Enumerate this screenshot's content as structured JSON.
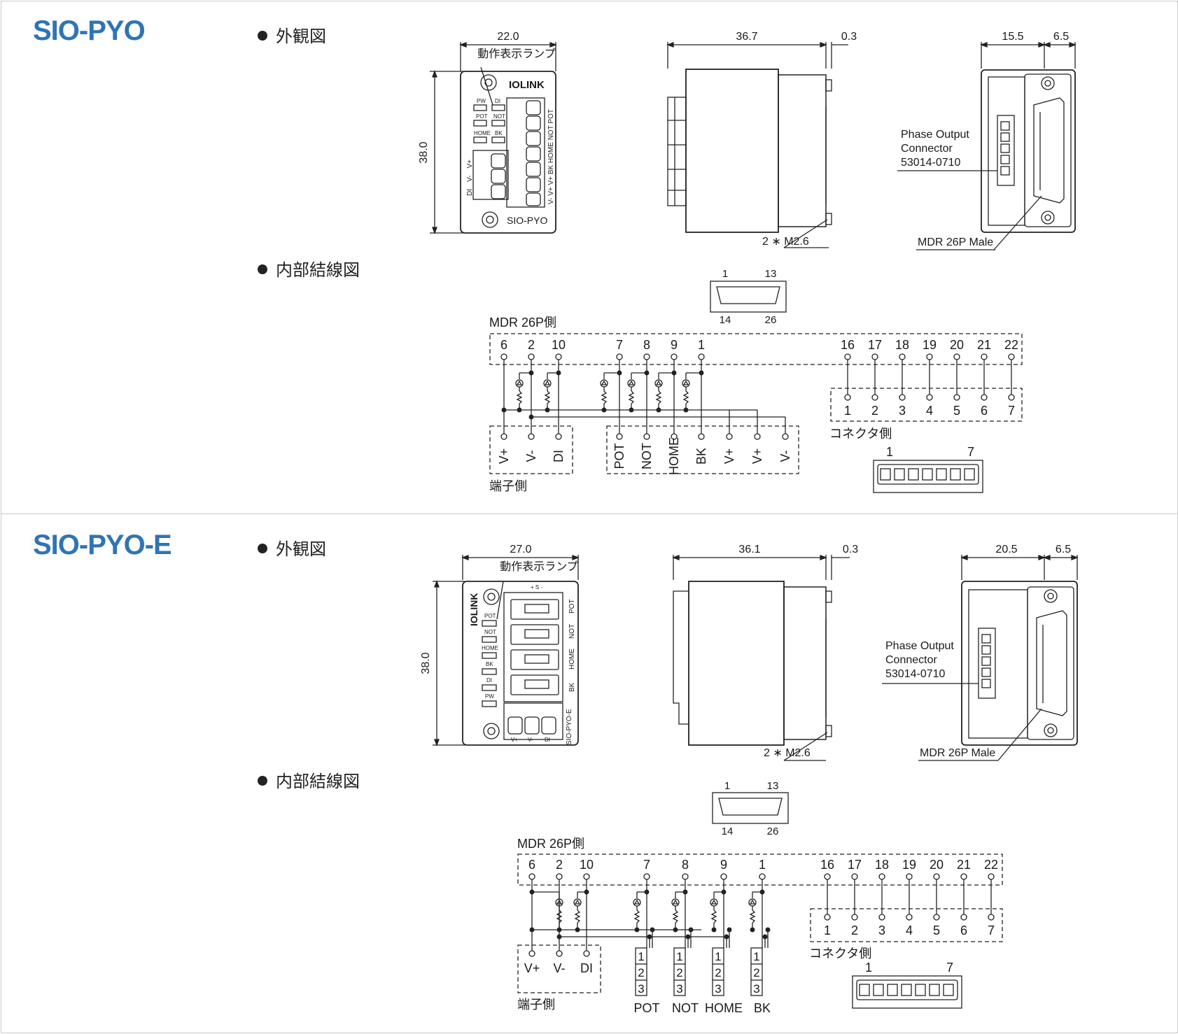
{
  "section1": {
    "model": "SIO-PYO",
    "heading_exterior": "外観図",
    "heading_wiring": "内部結線図",
    "dims": {
      "width": "22.0",
      "height": "38.0",
      "depth": "36.7",
      "gap": "0.3",
      "right_w": "15.5",
      "right_w2": "6.5"
    },
    "lamp_label": "動作表示ランプ",
    "brand": "IOLINK",
    "front_model": "SIO-PYO",
    "leds": [
      "PW",
      "DI",
      "POT",
      "NOT",
      "HOME",
      "BK"
    ],
    "front_terms_left": [
      "DI",
      "V-",
      "V+"
    ],
    "front_terms_right": "V-  V+  V+  BK HOME NOT POT",
    "screw_label": "2 ∗ M2.6",
    "phase_connector": [
      "Phase Output",
      "Connector",
      "53014-0710"
    ],
    "mdr_male": "MDR 26P Male",
    "mdr_pins": {
      "tl": "1",
      "tr": "13",
      "bl": "14",
      "br": "26"
    },
    "mdr_side": "MDR 26P側",
    "mdr_pin_row": [
      "6",
      "2",
      "10",
      "7",
      "8",
      "9",
      "1"
    ],
    "conn_pins_top": [
      "16",
      "17",
      "18",
      "19",
      "20",
      "21",
      "22"
    ],
    "conn_pins_bottom": [
      "1",
      "2",
      "3",
      "4",
      "5",
      "6",
      "7"
    ],
    "conn_side": "コネクタ側",
    "conn_ends": {
      "a": "1",
      "b": "7"
    },
    "term_group1": [
      "V+",
      "V-",
      "DI"
    ],
    "term_group2": [
      "POT",
      "NOT",
      "HOME",
      "BK",
      "V+",
      "V+",
      "V-"
    ],
    "term_side": "端子側"
  },
  "section2": {
    "model": "SIO-PYO-E",
    "heading_exterior": "外観図",
    "heading_wiring": "内部結線図",
    "dims": {
      "width": "27.0",
      "height": "38.0",
      "depth": "36.1",
      "gap": "0.3",
      "right_w": "20.5",
      "right_w2": "6.5"
    },
    "lamp_label": "動作表示ランプ",
    "brand": "IOLINK",
    "front_model": "SIO-PYO-E",
    "plus_s_minus": "+  S  -",
    "leds": [
      "POT",
      "NOT",
      "HOME",
      "BK",
      "DI",
      "PW"
    ],
    "side_labels": [
      "POT",
      "NOT",
      "HOME",
      "BK"
    ],
    "bottom_terms": [
      "V+",
      "V-",
      "DI"
    ],
    "screw_label": "2 ∗ M2.6",
    "phase_connector": [
      "Phase Output",
      "Connector",
      "53014-0710"
    ],
    "mdr_male": "MDR 26P Male",
    "mdr_pins": {
      "tl": "1",
      "tr": "13",
      "bl": "14",
      "br": "26"
    },
    "mdr_side": "MDR 26P側",
    "mdr_pin_row": [
      "6",
      "2",
      "10",
      "7",
      "8",
      "9",
      "1"
    ],
    "conn_pins_top": [
      "16",
      "17",
      "18",
      "19",
      "20",
      "21",
      "22"
    ],
    "conn_pins_bottom": [
      "1",
      "2",
      "3",
      "4",
      "5",
      "6",
      "7"
    ],
    "conn_side": "コネクタ側",
    "conn_ends": {
      "a": "1",
      "b": "7"
    },
    "term_group1": [
      "V+",
      "V-",
      "DI"
    ],
    "block_pins": [
      "1",
      "2",
      "3"
    ],
    "block_labels": [
      "POT",
      "NOT",
      "HOME",
      "BK"
    ],
    "term_side": "端子側"
  }
}
